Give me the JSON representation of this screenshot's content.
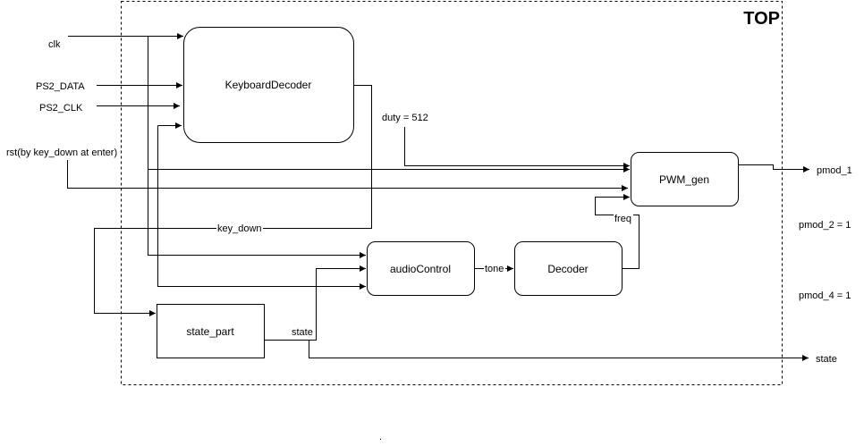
{
  "diagram": {
    "container_label": "TOP",
    "blocks": {
      "keyboard_decoder": "KeyboardDecoder",
      "pwm_gen": "PWM_gen",
      "audio_control": "audioControl",
      "decoder": "Decoder",
      "state_part": "state_part"
    },
    "inputs": {
      "clk": "clk",
      "ps2_data": "PS2_DATA",
      "ps2_clk": "PS2_CLK",
      "rst": "rst(by key_down at enter)"
    },
    "outputs": {
      "pmod_1": "pmod_1",
      "pmod_2": "pmod_2 = 1",
      "pmod_4": "pmod_4 = 1",
      "state": "state"
    },
    "signals": {
      "duty": "duty = 512",
      "key_down": "key_down",
      "freq": "freq",
      "tone": "tone",
      "state": "state"
    },
    "footnote": "."
  }
}
